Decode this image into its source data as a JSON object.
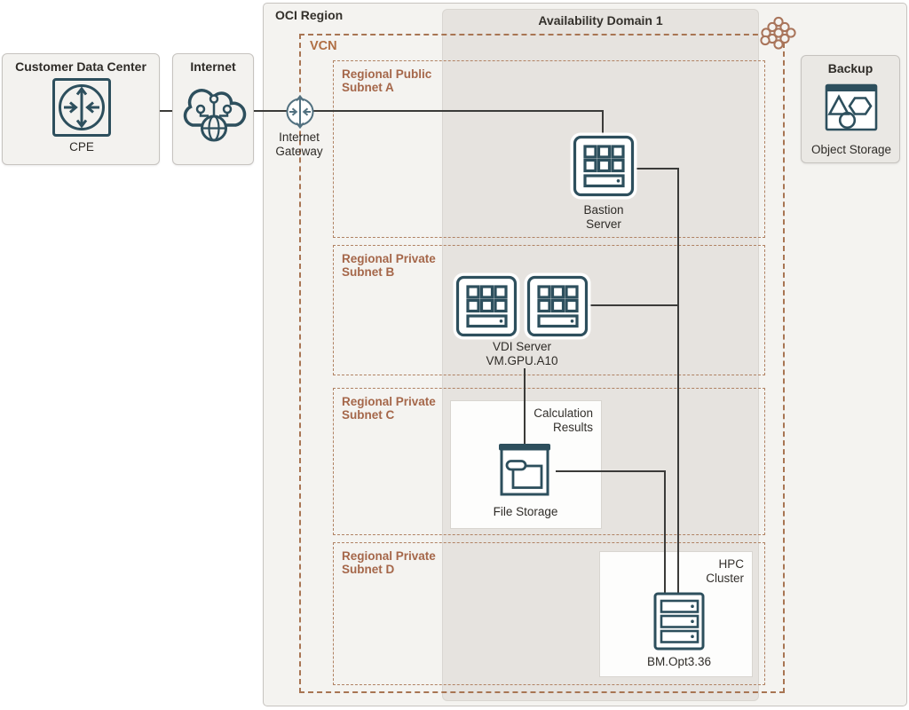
{
  "region_label": "OCI Region",
  "availability_domain_label": "Availability Domain 1",
  "vcn_label": "VCN",
  "subnets": [
    {
      "label": "Regional Public\nSubnet A"
    },
    {
      "label": "Regional Private\nSubnet B"
    },
    {
      "label": "Regional Private\nSubnet C"
    },
    {
      "label": "Regional Private\nSubnet D"
    }
  ],
  "customer_dc": {
    "title": "Customer Data Center",
    "node_label": "CPE"
  },
  "internet": {
    "title": "Internet"
  },
  "internet_gateway": {
    "label": "Internet\nGateway"
  },
  "bastion": {
    "label": "Bastion\nServer"
  },
  "vdi": {
    "label": "VDI Server\nVM.GPU.A10"
  },
  "file_storage": {
    "annotation": "Calculation\nResults",
    "label": "File Storage"
  },
  "hpc": {
    "cluster_label": "HPC\nCluster",
    "node_label": "BM.Opt3.36"
  },
  "backup": {
    "title": "Backup",
    "node_label": "Object Storage"
  },
  "colors": {
    "icon_stroke": "#2d4f5d",
    "connector_line": "#3b3b39",
    "vcn_dash": "#a87553",
    "subnet_dash": "#b08263",
    "vcn_label": "#b06f44",
    "subnet_label": "#a5674a",
    "region_fill": "#f4f3f0",
    "availability_domain_fill": "#e6e3df",
    "panel_fill": "#fdfdfc",
    "text_dark": "#2e2b27"
  }
}
